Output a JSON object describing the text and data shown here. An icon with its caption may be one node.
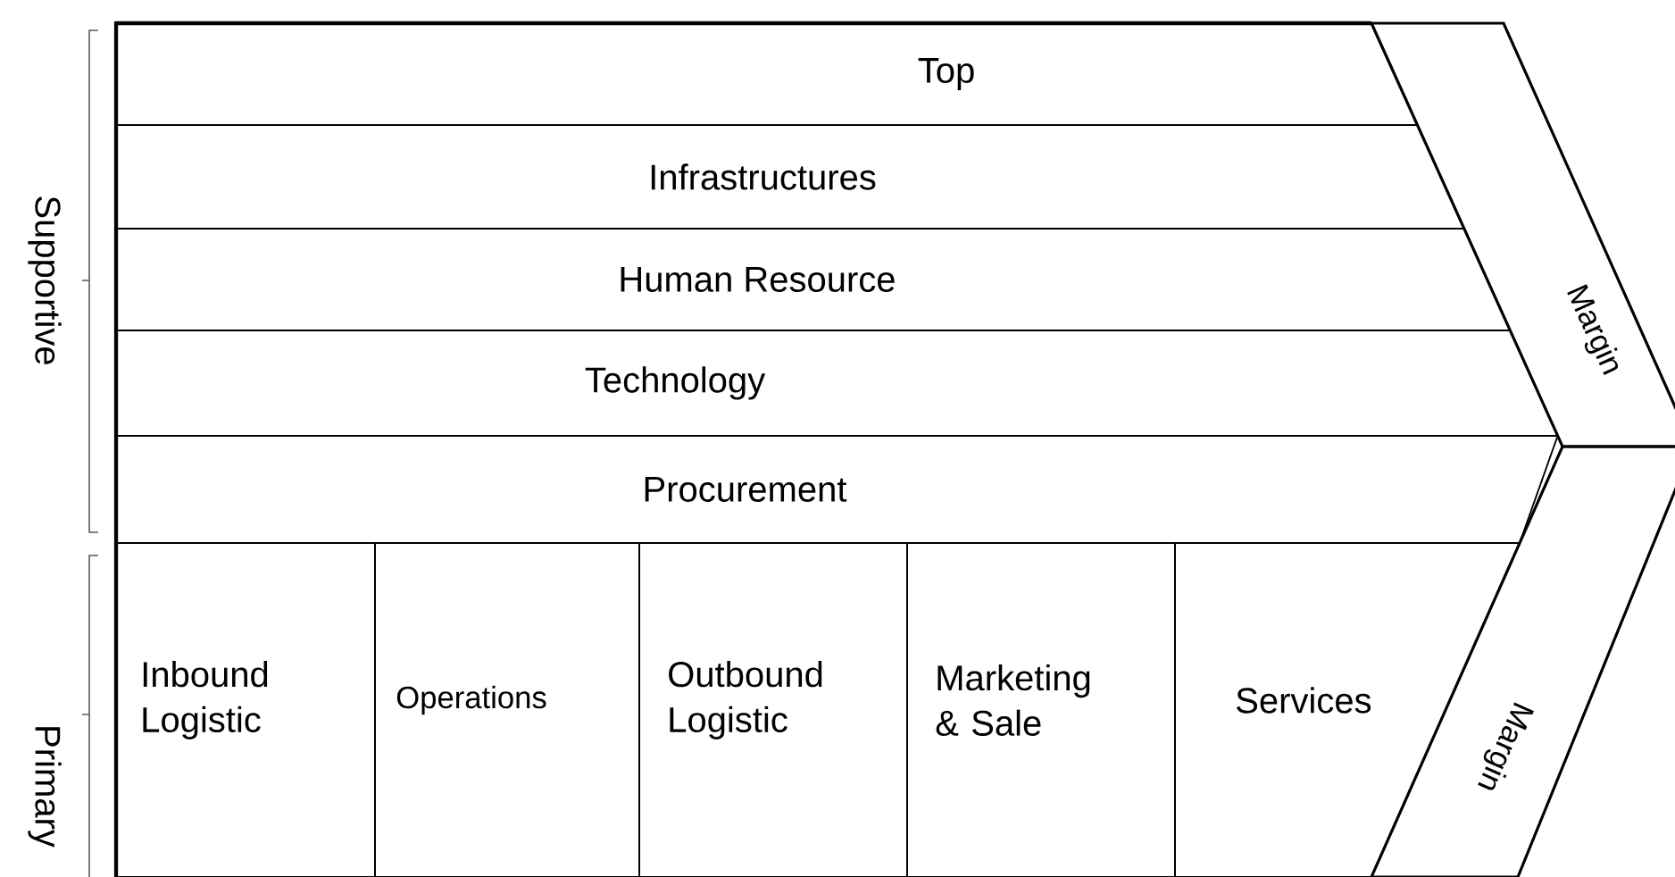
{
  "diagram": {
    "nodes": [
      {
        "text": [
          "Top"
        ]
      },
      {
        "text": [
          "Infrastructures"
        ]
      },
      {
        "text": [
          "Human Resource"
        ]
      },
      {
        "text": [
          "Technology"
        ]
      },
      {
        "text": [
          "Procurement"
        ]
      },
      {
        "text": [
          "Inbound Logistic"
        ]
      },
      {
        "text": [
          "Operations"
        ]
      },
      {
        "text": [
          "Outbound Logistic"
        ]
      },
      {
        "text": [
          "Marketing & Sale"
        ]
      },
      {
        "text": [
          "Services"
        ]
      },
      {
        "text": [
          "Margin"
        ]
      },
      {
        "text": [
          "Margin"
        ]
      }
    ],
    "labels": [
      "Supportive",
      "Primary"
    ]
  }
}
